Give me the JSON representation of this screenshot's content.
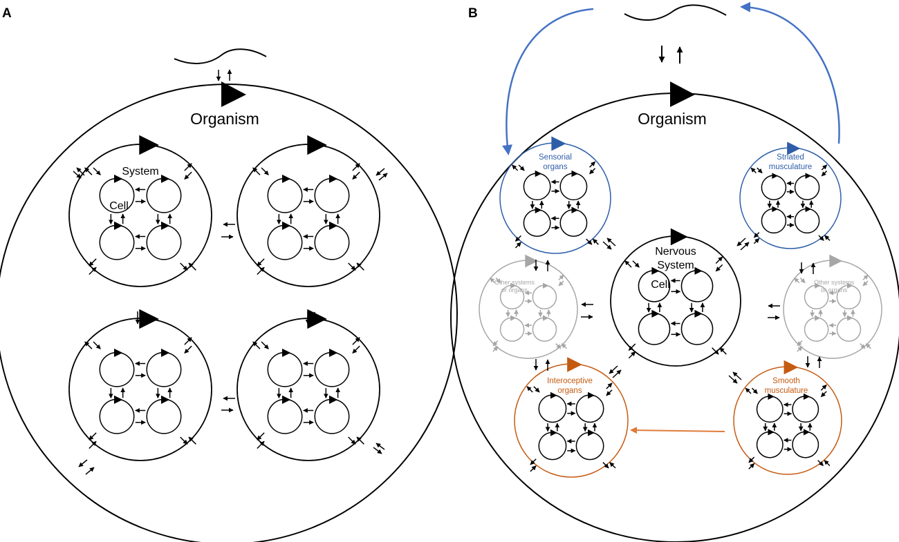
{
  "panels": {
    "a": {
      "label": "A",
      "organism_label": "Organism",
      "system_label": "System",
      "cell_label": "Cell"
    },
    "b": {
      "label": "B",
      "organism_label": "Organism",
      "nervous_system_label": [
        "Nervous",
        "System"
      ],
      "cell_label": "Cell",
      "sensorial_organs_label": [
        "Sensorial",
        "organs"
      ],
      "striated_musculature_label": [
        "Striated",
        "musculature"
      ],
      "other_systems_label": [
        "Other systems",
        "or organs"
      ],
      "interoceptive_organs_label": [
        "Interoceptive",
        "organs"
      ],
      "smooth_musculature_label": [
        "Smooth",
        "musculature"
      ]
    }
  },
  "colors": {
    "black": "#000000",
    "blue": "#2e5ea8",
    "blue_arrow": "#4472c4",
    "orange": "#c55a11",
    "orange_arrow": "#e07b39",
    "gray": "#a6a6a6"
  }
}
